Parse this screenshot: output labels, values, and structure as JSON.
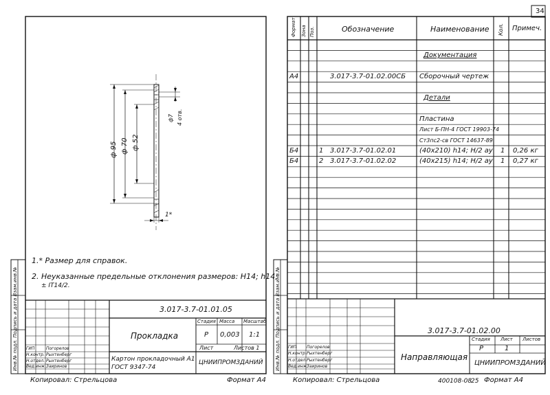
{
  "page_number": "34",
  "left_sheet": {
    "drawing": {
      "dia_outer": "ф 95",
      "dia_mid": "ф 70",
      "dia_inner": "ф 52",
      "holes": "ф7",
      "holes_count": "4 отв.",
      "thickness": "1*"
    },
    "notes": {
      "note1": "1.* Размер для справок.",
      "note2": "2. Неуказанные предельные отклонения размеров: Н14; h14;",
      "note2_tol": "± IT14/2."
    },
    "title_block": {
      "designation": "3.017-3.7-01.01.05",
      "name": "Прокладка",
      "col_stage": "Стадия",
      "col_mass": "Масса",
      "col_scale": "Масштаб",
      "stage": "Р",
      "mass": "0,003",
      "scale": "1:1",
      "sheet_label": "Лист",
      "sheets_label": "Листов 1",
      "material": "Картон прокладочный А1 ГОСТ 9347-74",
      "organization": "ЦНИИПРОМЗДАНИЙ",
      "roles": [
        "ГИП",
        "Н.контр.",
        "Н.отдел.",
        "Вед.инж."
      ],
      "people": [
        "Погорелов",
        "Рыхтенберг",
        "Рыхтенберг",
        "Заиринов"
      ]
    },
    "side_stamp": "Инв.№ подл.  Подпись и дата  Взам.инв.№",
    "copied": "Копировал: Стрельцова",
    "format": "Формат А4"
  },
  "right_sheet": {
    "headers": {
      "format": "Формат",
      "zone": "Зона",
      "pos": "Поз.",
      "designation": "Обозначение",
      "name": "Наименование",
      "qty": "Кол.",
      "note": "Примеч."
    },
    "rows": [
      {
        "format": "",
        "pos": "",
        "designation": "",
        "name": "Документация",
        "qty": "",
        "note": ""
      },
      {
        "format": "А4",
        "pos": "",
        "designation": "3.017-3.7-01.02.00СБ",
        "name": "Сборочный чертеж",
        "qty": "",
        "note": ""
      },
      {
        "format": "",
        "pos": "",
        "designation": "",
        "name": "Детали",
        "qty": "",
        "note": ""
      },
      {
        "format": "",
        "pos": "",
        "designation": "",
        "name": "Пластина",
        "qty": "",
        "note": ""
      },
      {
        "format": "",
        "pos": "",
        "designation": "",
        "name": "Лист Б-ПН-4 ГОСТ 19903-74",
        "qty": "",
        "note": ""
      },
      {
        "format": "",
        "pos": "",
        "designation": "",
        "name": "Ст3пс2-св ГОСТ 14637-89",
        "qty": "",
        "note": ""
      },
      {
        "format": "Б4",
        "pos": "1",
        "designation": "3.017-3.7-01.02.01",
        "name": "(40х210) h14; H/2 ay",
        "qty": "1",
        "note": "0,26 кг"
      },
      {
        "format": "Б4",
        "pos": "2",
        "designation": "3.017-3.7-01.02.02",
        "name": "(40х215) h14; H/2 ay",
        "qty": "1",
        "note": "0,27 кг"
      }
    ],
    "title_block": {
      "designation": "3.017-3.7-01.02.00",
      "name": "Направляющая",
      "col_stage": "Стадия",
      "col_sheet": "Лист",
      "col_sheets": "Листов",
      "stage": "Р",
      "sheet": "1",
      "sheets": "",
      "organization": "ЦНИИПРОМЗДАНИЙ",
      "roles": [
        "ГИП",
        "Н.контр.",
        "Н.отдел.",
        "Вед.инж."
      ],
      "people": [
        "Погорелов",
        "Рыхтенберг",
        "Рыхтенберг",
        "Заиринов"
      ]
    },
    "side_stamp": "Инв.№ подл.  Подпись и дата  Взам.инв.№",
    "copied": "Копировал: Стрельцова",
    "order": "400108-08",
    "sheet_no": "25",
    "format": "Формат А4"
  }
}
